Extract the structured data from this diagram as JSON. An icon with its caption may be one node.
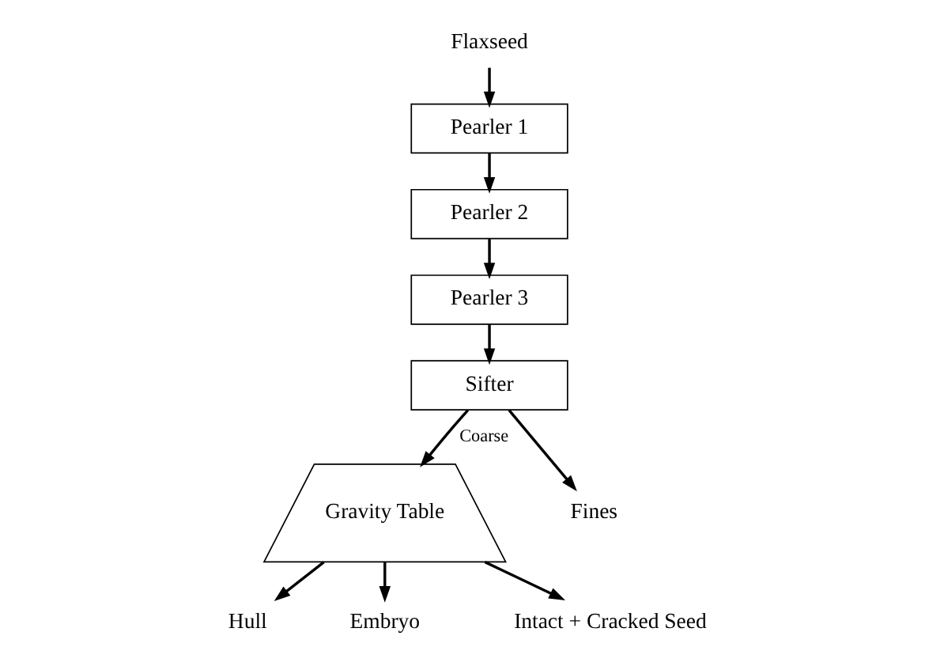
{
  "diagram": {
    "nodes": [
      {
        "text": [
          "Flaxseed"
        ]
      },
      {
        "text": [
          "Pearler 1"
        ]
      },
      {
        "text": [
          "Pearler 2"
        ]
      },
      {
        "text": [
          "Pearler 3"
        ]
      },
      {
        "text": [
          "Sifter"
        ]
      },
      {
        "text": [
          "Gravity Table"
        ]
      },
      {
        "text": [
          "Fines"
        ]
      },
      {
        "text": [
          "Hull"
        ]
      },
      {
        "text": [
          "Embryo"
        ]
      },
      {
        "text": [
          "Intact + Cracked Seed"
        ]
      }
    ],
    "edges": [
      {
        "from": 0,
        "to": 1,
        "arrow": "to"
      },
      {
        "from": 1,
        "to": 2,
        "arrow": "to"
      },
      {
        "from": 2,
        "to": 3,
        "arrow": "to"
      },
      {
        "from": 3,
        "to": 4,
        "arrow": "to"
      },
      {
        "from": 4,
        "to": 6,
        "arrow": "to"
      },
      {
        "from": 4,
        "to": 5,
        "arrow": "to",
        "label": "Coarse"
      },
      {
        "from": 5,
        "to": 7,
        "arrow": "to"
      },
      {
        "from": 5,
        "to": 8,
        "arrow": "to"
      },
      {
        "from": 5,
        "to": 9,
        "arrow": "to"
      }
    ]
  }
}
